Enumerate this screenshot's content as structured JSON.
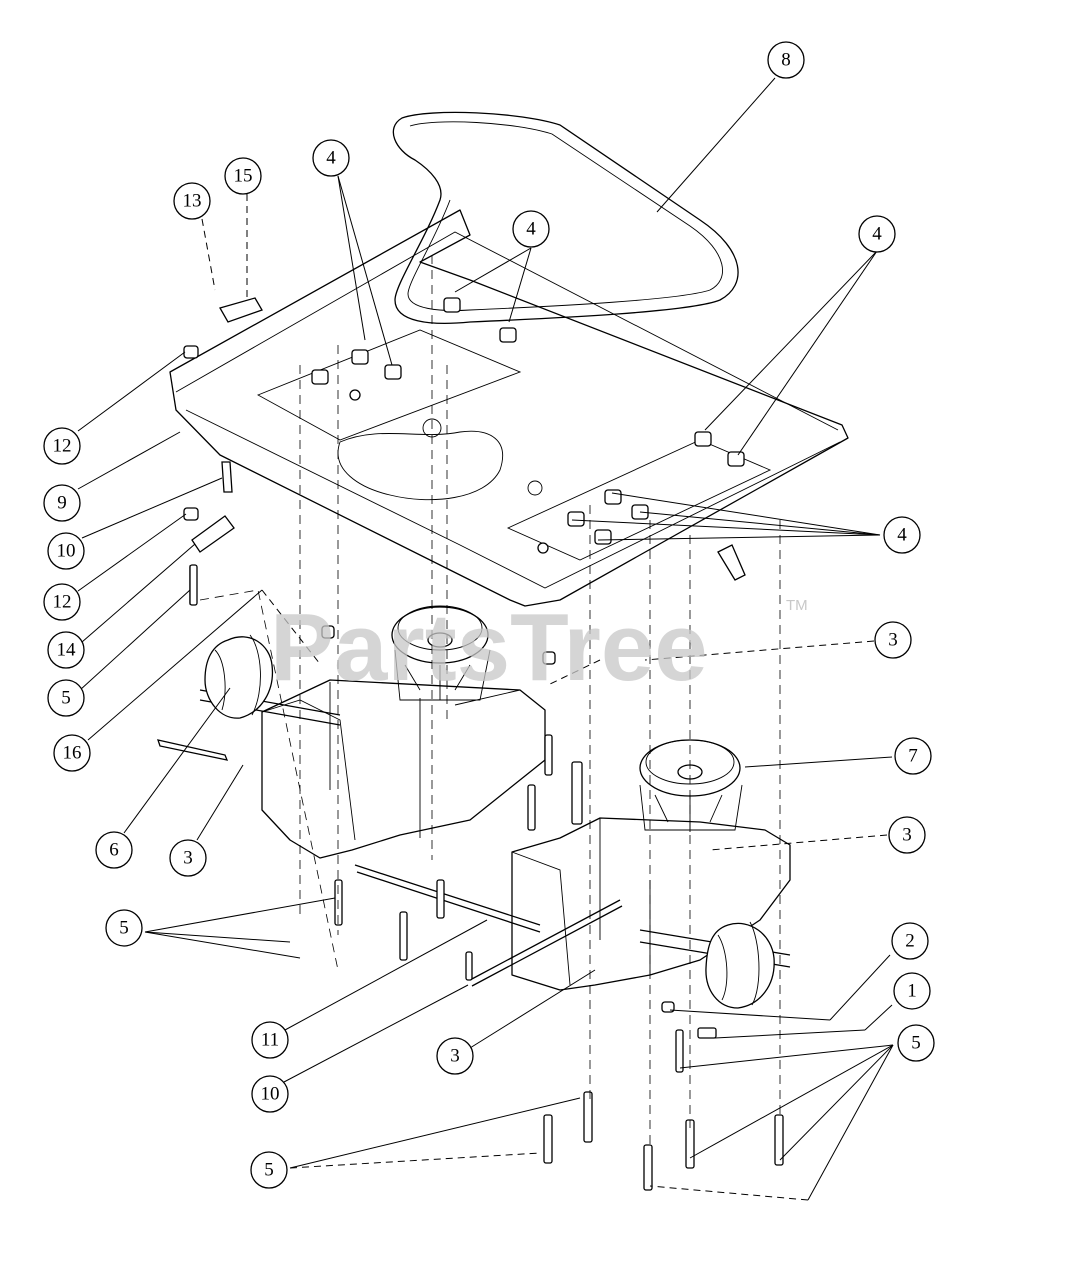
{
  "watermark": {
    "text": "PartsTree",
    "trademark": "TM"
  },
  "callouts": [
    {
      "label": "8"
    },
    {
      "label": "13"
    },
    {
      "label": "15"
    },
    {
      "label": "4"
    },
    {
      "label": "4"
    },
    {
      "label": "4"
    },
    {
      "label": "12"
    },
    {
      "label": "9"
    },
    {
      "label": "10"
    },
    {
      "label": "12"
    },
    {
      "label": "14"
    },
    {
      "label": "5"
    },
    {
      "label": "16"
    },
    {
      "label": "4"
    },
    {
      "label": "3"
    },
    {
      "label": "7"
    },
    {
      "label": "6"
    },
    {
      "label": "3"
    },
    {
      "label": "3"
    },
    {
      "label": "5"
    },
    {
      "label": "11"
    },
    {
      "label": "2"
    },
    {
      "label": "1"
    },
    {
      "label": "10"
    },
    {
      "label": "3"
    },
    {
      "label": "5"
    },
    {
      "label": "5"
    }
  ]
}
